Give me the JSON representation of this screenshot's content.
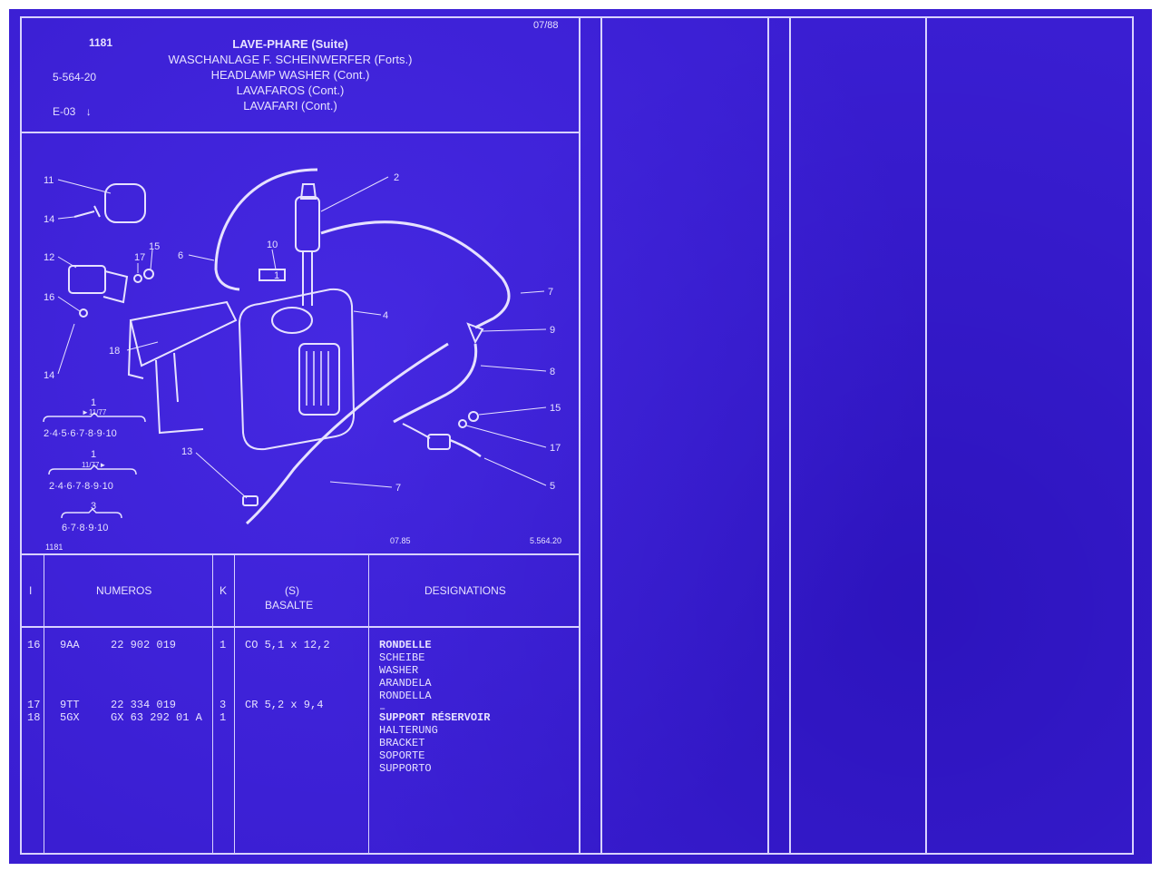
{
  "header": {
    "date": "07/88",
    "group_code": "1181",
    "ref_code": "5-564-20",
    "section_code": "E-03",
    "section_arrow": "↓",
    "titles": [
      {
        "text": "LAVE-PHARE (Suite)",
        "bold": true
      },
      {
        "text": "WASCHANLAGE F. SCHEINWERFER (Forts.)",
        "bold": false
      },
      {
        "text": "HEADLAMP WASHER (Cont.)",
        "bold": false
      },
      {
        "text": "LAVAFAROS (Cont.)",
        "bold": false
      },
      {
        "text": "LAVAFARI (Cont.)",
        "bold": false
      }
    ]
  },
  "diagram": {
    "callouts": [
      "11",
      "14",
      "12",
      "17",
      "15",
      "16",
      "14",
      "18",
      "6",
      "10",
      "1",
      "2",
      "4",
      "7",
      "9",
      "8",
      "15",
      "17",
      "5",
      "13",
      "7"
    ],
    "legend": [
      {
        "index": "1",
        "note": "►11/77",
        "items": "2·4·5·6·7·8·9·10"
      },
      {
        "index": "1",
        "note": "11/77►",
        "items": "2·4·6·7·8·9·10"
      },
      {
        "index": "3",
        "note": "",
        "items": "6·7·8·9·10"
      }
    ],
    "footer_left": "1181",
    "footer_date": "07.85",
    "footer_ref": "5.564.20"
  },
  "table": {
    "headers": {
      "i": "I",
      "numeros": "NUMEROS",
      "k": "K",
      "s": "(S)",
      "basalte": "BASALTE",
      "designations": "DESIGNATIONS"
    },
    "rows": [
      {
        "i": "16",
        "code": "9AA",
        "number": "22 902 019",
        "k": "1",
        "spec": "CO 5,1 x 12,2",
        "designations": [
          "RONDELLE",
          "SCHEIBE",
          "WASHER",
          "ARANDELA",
          "RONDELLA",
          "–"
        ]
      },
      {
        "i": "17",
        "code": "9TT",
        "number": "22 334 019",
        "k": "3",
        "spec": "CR 5,2 x 9,4",
        "designations": []
      },
      {
        "i": "18",
        "code": "5GX",
        "number": "GX 63 292 01 A",
        "k": "1",
        "spec": "",
        "designations": [
          "SUPPORT RÉSERVOIR",
          "HALTERUNG",
          "BRACKET",
          "SOPORTE",
          "SUPPORTO"
        ]
      }
    ]
  },
  "colors": {
    "background": "#3a1ed2",
    "ink": "#e6e1ff"
  }
}
